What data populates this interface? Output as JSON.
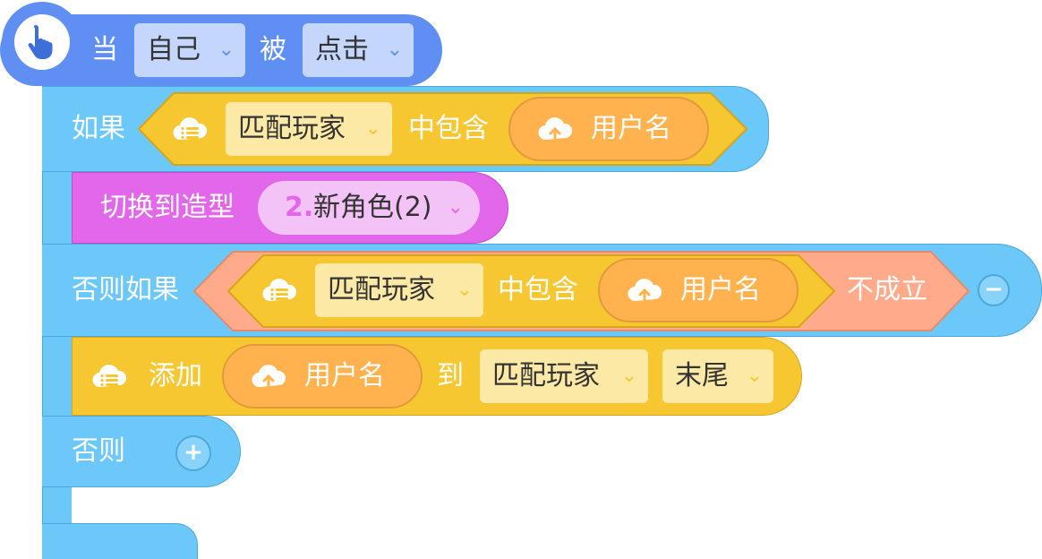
{
  "colors": {
    "event": "#5f8ff2",
    "control": "#6cc8f8",
    "looks": "#e367ea",
    "cloud": "#f7c731",
    "cloud_input": "#ffb24d",
    "operator": "#ffaa8a",
    "event_dropdown": "#c4d6fb",
    "cloud_dropdown": "#fde9a6",
    "looks_dropdown": "#f3c2f6"
  },
  "hat": {
    "icon": "hand-pointer-icon",
    "when_label": "当",
    "target_value": "自己",
    "by_label": "被",
    "event_value": "点击"
  },
  "if_block": {
    "label": "如果",
    "condition": {
      "icon": "cloud-list-icon",
      "list_value": "匹配玩家",
      "contains_label": "中包含",
      "variable": {
        "icon": "cloud-upload-icon",
        "label": "用户名"
      }
    }
  },
  "switch_costume": {
    "label": "切换到造型",
    "costume_number": "2.",
    "costume_name": "新角色(2)"
  },
  "else_if_block": {
    "label": "否则如果",
    "condition": {
      "icon": "cloud-list-icon",
      "list_value": "匹配玩家",
      "contains_label": "中包含",
      "variable": {
        "icon": "cloud-upload-icon",
        "label": "用户名"
      }
    },
    "not_label": "不成立",
    "remove_symbol": "−"
  },
  "add_block": {
    "icon": "cloud-list-icon",
    "label": "添加",
    "variable": {
      "icon": "cloud-upload-icon",
      "label": "用户名"
    },
    "to_label": "到",
    "list_value": "匹配玩家",
    "position_value": "末尾"
  },
  "else_block": {
    "label": "否则",
    "add_symbol": "+"
  }
}
